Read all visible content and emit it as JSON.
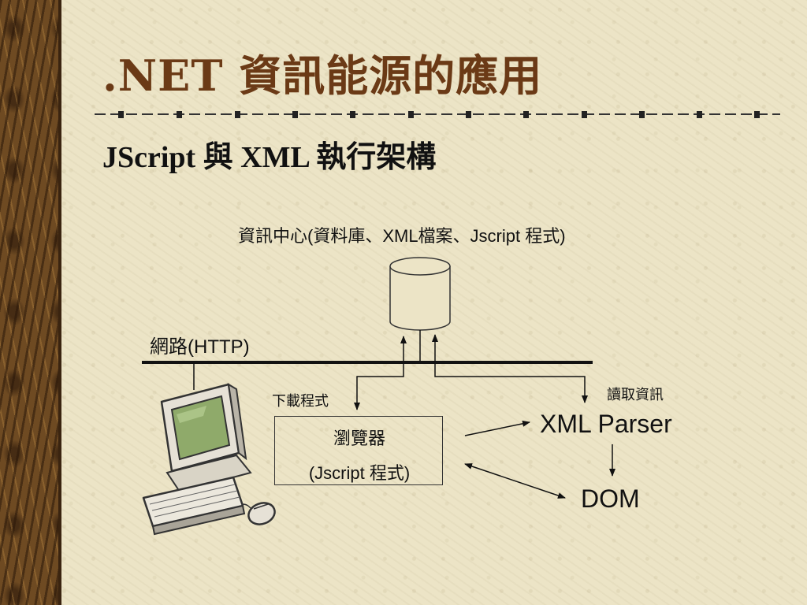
{
  "slide": {
    "title": ".NET 資訊能源的應用",
    "subtitle": "JScript 與 XML 執行架構"
  },
  "diagram": {
    "data_center": "資訊中心(資料庫、XML檔案、Jscript 程式)",
    "network": "網路(HTTP)",
    "download": "下載程式",
    "read_info": "讀取資訊",
    "browser": "瀏覽器",
    "browser_program": "(Jscript 程式)",
    "xml_parser": "XML Parser",
    "dom": "DOM"
  },
  "colors": {
    "title": "#6b3a16",
    "background": "#ece4c6",
    "wood": "#6e4a22",
    "screen": "#8faa6a"
  }
}
